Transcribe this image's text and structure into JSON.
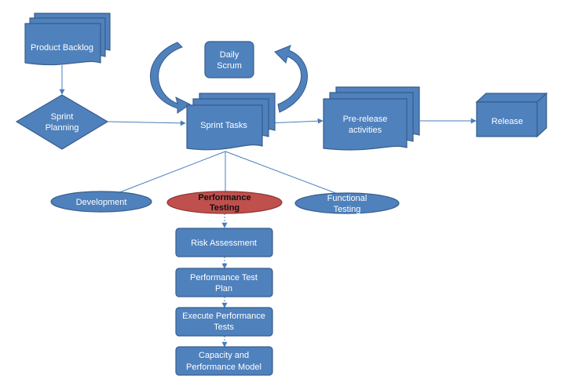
{
  "nodes": {
    "product_backlog": "Product Backlog",
    "sprint_planning": [
      "Sprint",
      "Planning"
    ],
    "daily_scrum": [
      "Daily",
      "Scrum"
    ],
    "sprint_tasks": "Sprint Tasks",
    "pre_release": [
      "Pre-release",
      "activities"
    ],
    "release": "Release",
    "development": "Development",
    "performance_testing": [
      "Performance",
      "Testing"
    ],
    "functional_testing": [
      "Functional",
      "Testing"
    ],
    "risk_assessment": "Risk Assessment",
    "performance_test_plan": [
      "Performance Test",
      "Plan"
    ],
    "execute_performance_tests": [
      "Execute Performance",
      "Tests"
    ],
    "capacity_model": [
      "Capacity and",
      "Performance Model"
    ]
  },
  "colors": {
    "primary": "#4f81bd",
    "primary_border": "#385d8a",
    "highlight": "#c0504d",
    "connector": "#4a7ebb"
  }
}
